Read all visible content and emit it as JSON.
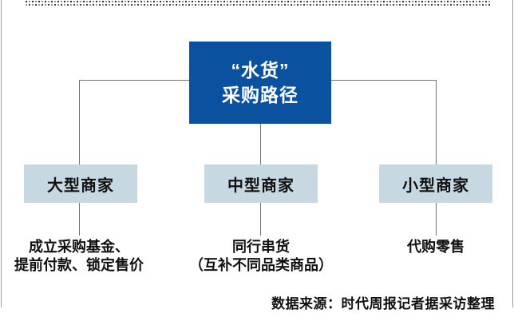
{
  "diagram": {
    "title": {
      "line1": "“水货”",
      "line2": "采购路径"
    },
    "branches": [
      {
        "label": "大型商家",
        "desc_lines": [
          "成立采购基金、",
          "提前付款、锁定售价"
        ]
      },
      {
        "label": "中型商家",
        "desc_lines": [
          "同行串货",
          "（互补不同品类商品）"
        ]
      },
      {
        "label": "小型商家",
        "desc_lines": [
          "代购零售",
          ""
        ]
      }
    ],
    "source_note": "数据来源：时代周报记者据采访整理",
    "colors": {
      "root_box_bg": "#0a51a0",
      "root_box_text": "#ffffff",
      "branch_box_bg": "#c6d8e2",
      "connector_line": "#737373",
      "side_border": "#9a9a9a",
      "text": "#111111"
    }
  }
}
